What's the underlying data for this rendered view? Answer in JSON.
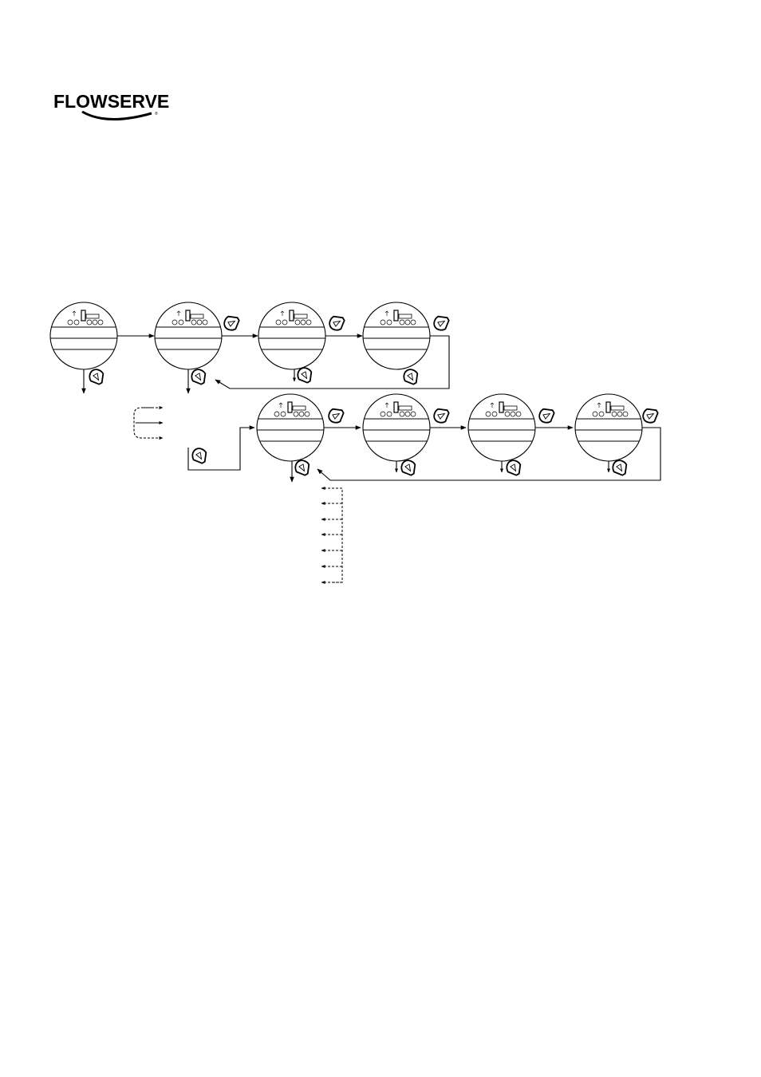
{
  "brand": {
    "name": "FLOWSERVE",
    "registered_mark": "®"
  },
  "diagram": {
    "kind": "menu-navigation-flow",
    "display_count": 8,
    "key_icon": "pointer-key-icon",
    "line_color": "#000000",
    "background_color": "#ffffff"
  }
}
